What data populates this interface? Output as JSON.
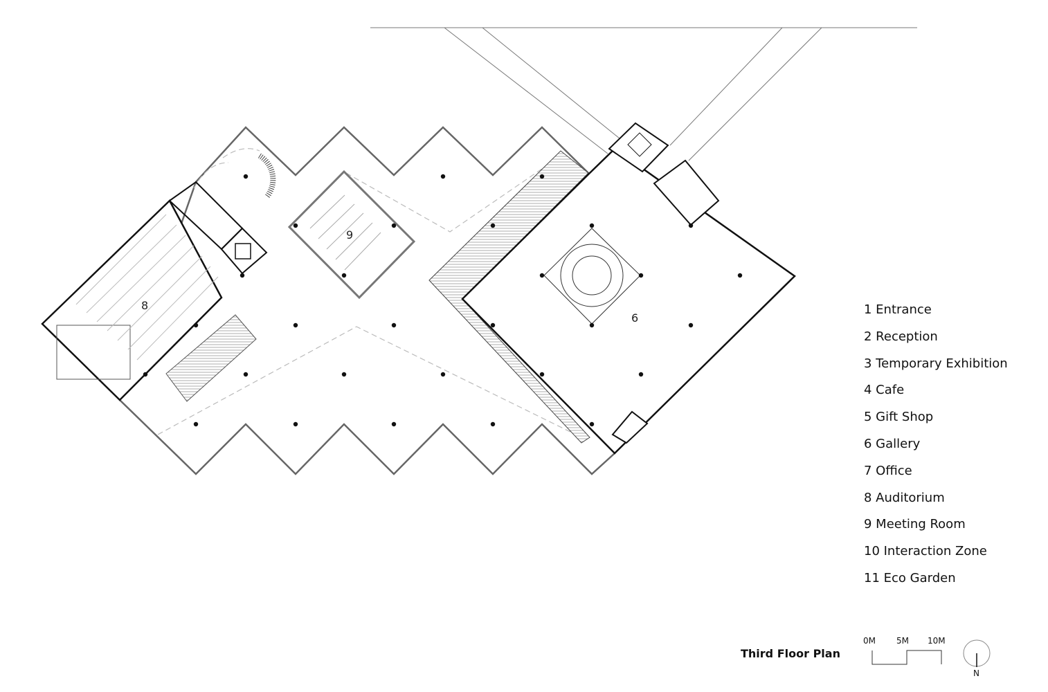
{
  "legend": [
    "1 Entrance",
    "2 Reception",
    "3 Temporary Exhibition",
    "4 Cafe",
    "5 Gift Shop",
    "6 Gallery",
    "7 Office",
    "8 Auditorium",
    "9 Meeting Room",
    "10 Interaction Zone",
    "11 Eco Garden"
  ],
  "room_labels": {
    "auditorium": "8",
    "meeting_room": "9",
    "gallery": "6"
  },
  "plan_title": "Third Floor Plan",
  "scale": {
    "zero": "0M",
    "five": "5M",
    "ten": "10M"
  },
  "north": "N",
  "colors": {
    "wall": "#111111",
    "outline": "#666666",
    "dashed": "#bbbbbb"
  }
}
